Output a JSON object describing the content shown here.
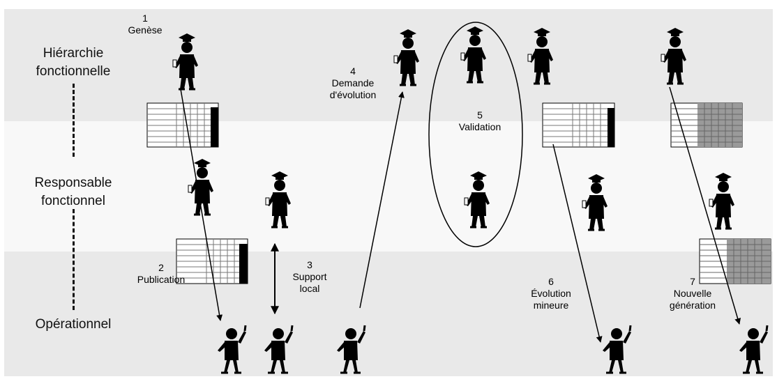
{
  "rows": {
    "top": "Hiérarchie fonctionnelle",
    "middle": "Responsable fonctionnel",
    "bottom": "Opérationnel"
  },
  "steps": [
    {
      "num": "1",
      "label": "Genèse"
    },
    {
      "num": "2",
      "label": "Publication"
    },
    {
      "num": "3",
      "label": "Support local"
    },
    {
      "num": "4",
      "label": "Demande d'évolution"
    },
    {
      "num": "5",
      "label": "Validation"
    },
    {
      "num": "6",
      "label": "Évolution mineure"
    },
    {
      "num": "7",
      "label": "Nouvelle génération"
    }
  ]
}
